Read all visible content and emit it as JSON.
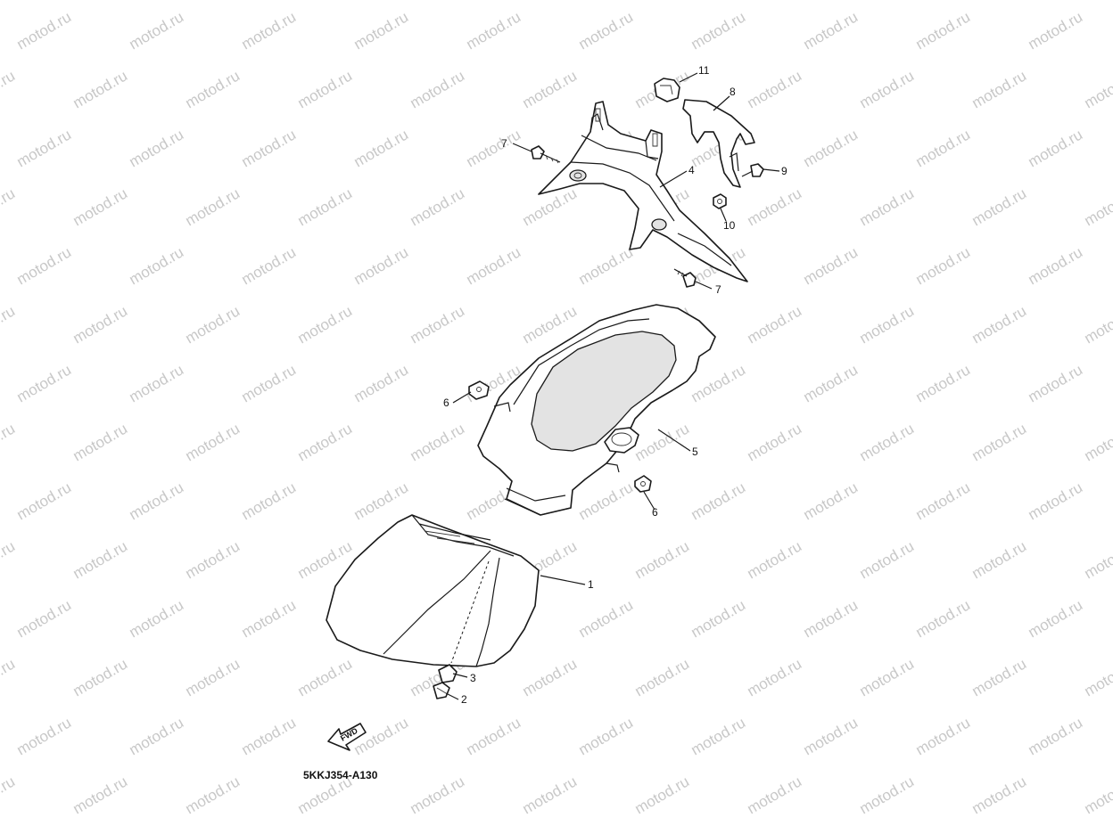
{
  "watermark": {
    "text": "motod.ru"
  },
  "diagram_code": "5KKJ354-A130",
  "direction_indicator": {
    "label": "FWD"
  },
  "callouts": [
    {
      "id": "c1",
      "label": "1"
    },
    {
      "id": "c2",
      "label": "2"
    },
    {
      "id": "c3",
      "label": "3"
    },
    {
      "id": "c4",
      "label": "4"
    },
    {
      "id": "c5",
      "label": "5"
    },
    {
      "id": "c6a",
      "label": "6"
    },
    {
      "id": "c6b",
      "label": "6"
    },
    {
      "id": "c7a",
      "label": "7"
    },
    {
      "id": "c7b",
      "label": "7"
    },
    {
      "id": "c8",
      "label": "8"
    },
    {
      "id": "c9",
      "label": "9"
    },
    {
      "id": "c10",
      "label": "10"
    },
    {
      "id": "c11",
      "label": "11"
    }
  ]
}
